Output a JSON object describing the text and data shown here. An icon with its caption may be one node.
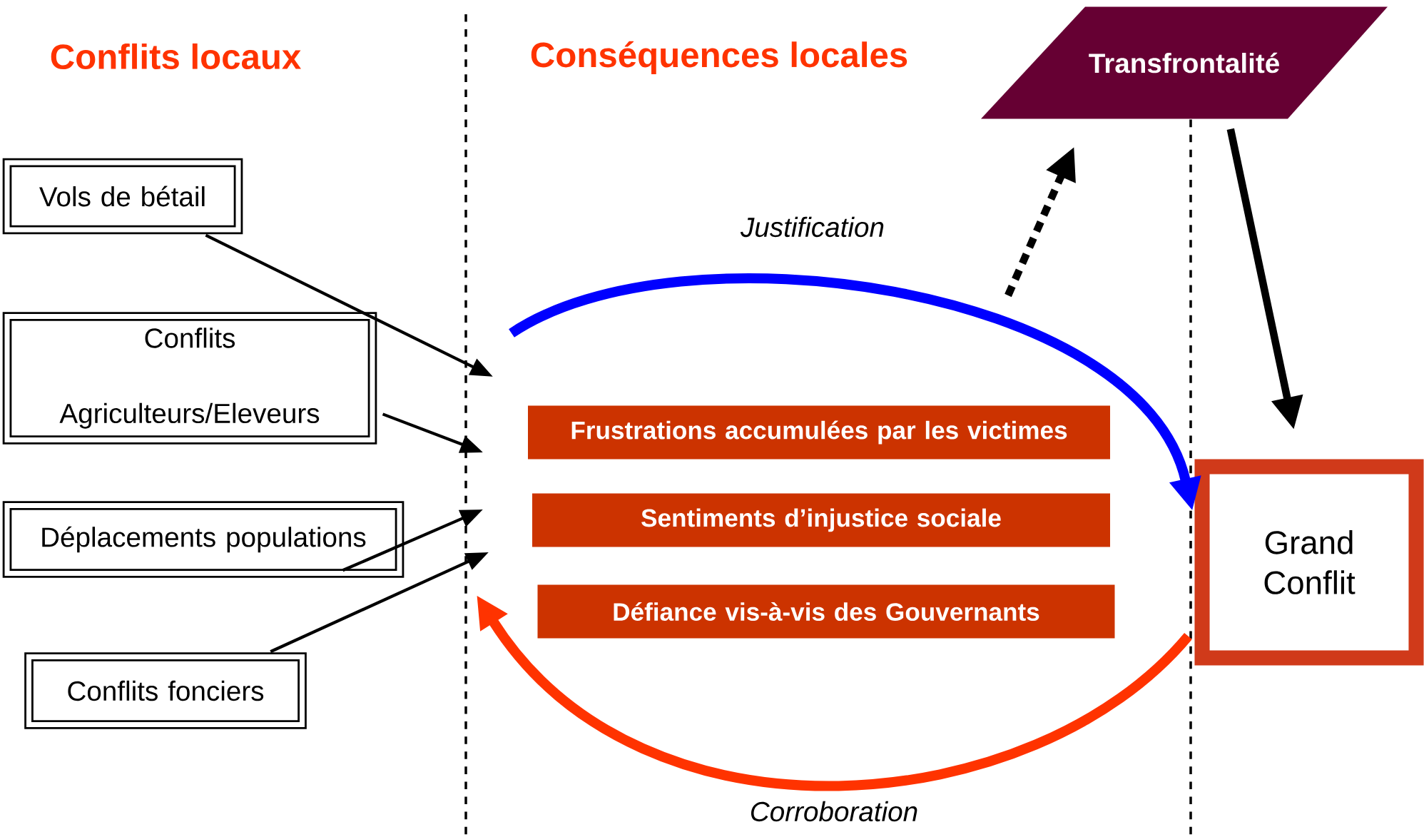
{
  "diagram": {
    "nodes": [
      {
        "text": [
          "Vols de bétail"
        ]
      },
      {
        "text": [
          "Conflits Agriculteurs/Eleveurs"
        ]
      },
      {
        "text": [
          "Déplacements populations"
        ]
      },
      {
        "text": [
          "Conflits fonciers"
        ]
      },
      {
        "text": [
          "Frustrations accumulées par les victimes"
        ]
      },
      {
        "text": [
          "Sentiments d’injustice sociale"
        ]
      },
      {
        "text": [
          "Défiance vis-à-vis des Gouvernants"
        ]
      },
      {
        "text": [
          "Transfrontalité"
        ]
      },
      {
        "text": [
          "Grand Conflit"
        ]
      }
    ],
    "edges": [
      {
        "from": 0,
        "to": null,
        "arrow": "to"
      },
      {
        "from": 1,
        "to": null,
        "arrow": "to"
      },
      {
        "from": 2,
        "to": null,
        "arrow": "to"
      },
      {
        "from": 3,
        "to": null,
        "arrow": "to"
      },
      {
        "from": null,
        "to": 8,
        "arrow": "to",
        "label": "Justification",
        "style": "thick",
        "color": "#0000ff"
      },
      {
        "from": 8,
        "to": null,
        "arrow": "to",
        "label": "Corroboration",
        "style": "thick",
        "color": "#ff3300"
      },
      {
        "from": null,
        "to": 7,
        "arrow": "to",
        "style": "dashed"
      },
      {
        "from": 7,
        "to": 8,
        "arrow": "to",
        "style": "thick"
      }
    ],
    "labels": [
      "Conflits locaux",
      "Conséquences locales"
    ]
  }
}
